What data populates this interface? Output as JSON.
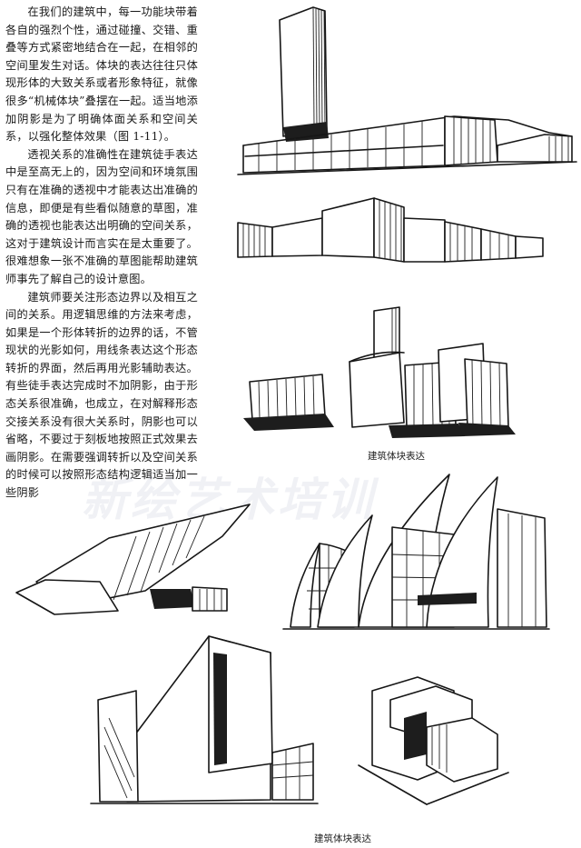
{
  "body_paragraphs": [
    "在我们的建筑中，每一功能块带着各自的强烈个性，通过碰撞、交错、重叠等方式紧密地结合在一起，在相邻的空间里发生对话。体块的表达往往只体现形体的大致关系或者形象特征，就像很多“机械体块”叠摆在一起。适当地添加阴影是为了明确体面关系和空间关系，以强化整体效果（图 1-11）。",
    "透视关系的准确性在建筑徒手表达中是至高无上的，因为空间和环境氛围只有在准确的透视中才能表达出准确的信息，即便是有些看似随意的草图，准确的透视也能表达出明确的空间关系，这对于建筑设计而言实在是太重要了。很难想象一张不准确的草图能帮助建筑师事先了解自己的设计意图。",
    "建筑师要关注形态边界以及相互之间的关系。用逻辑思维的方法来考虑，如果是一个形体转折的边界的话，不管现状的光影如何，用线条表达这个形态转折的界面，然后再用光影辅助表达。有些徒手表达完成时不加阴影，由于形态关系很准确，也成立，在对解释形态交接关系没有很大关系时，阴影也可以省略，不要过于刻板地按照正式效果去画阴影。在需要强调转折以及空间关系的时候可以按照形态结构逻辑适当加一些阴影"
  ],
  "captions": {
    "top": "建筑体块表达",
    "bottom": "建筑体块表达"
  },
  "watermark_text": "新绘艺术培训"
}
